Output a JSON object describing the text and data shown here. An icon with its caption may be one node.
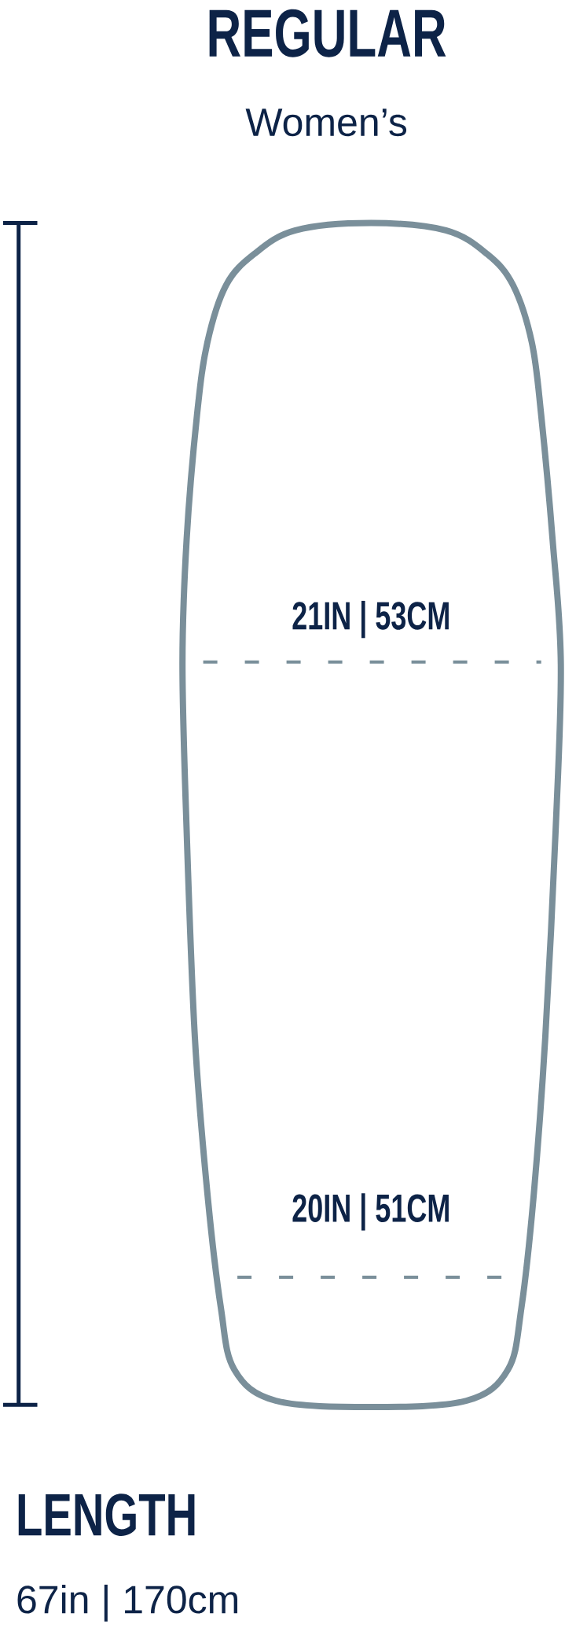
{
  "diagram": {
    "title": "REGULAR",
    "nodes": [
      {
        "text": [
          "21IN | 53CM",
          "20IN | 51CM"
        ]
      }
    ],
    "labels": [
      "Women’s",
      "LENGTH",
      "67in | 170cm"
    ]
  }
}
